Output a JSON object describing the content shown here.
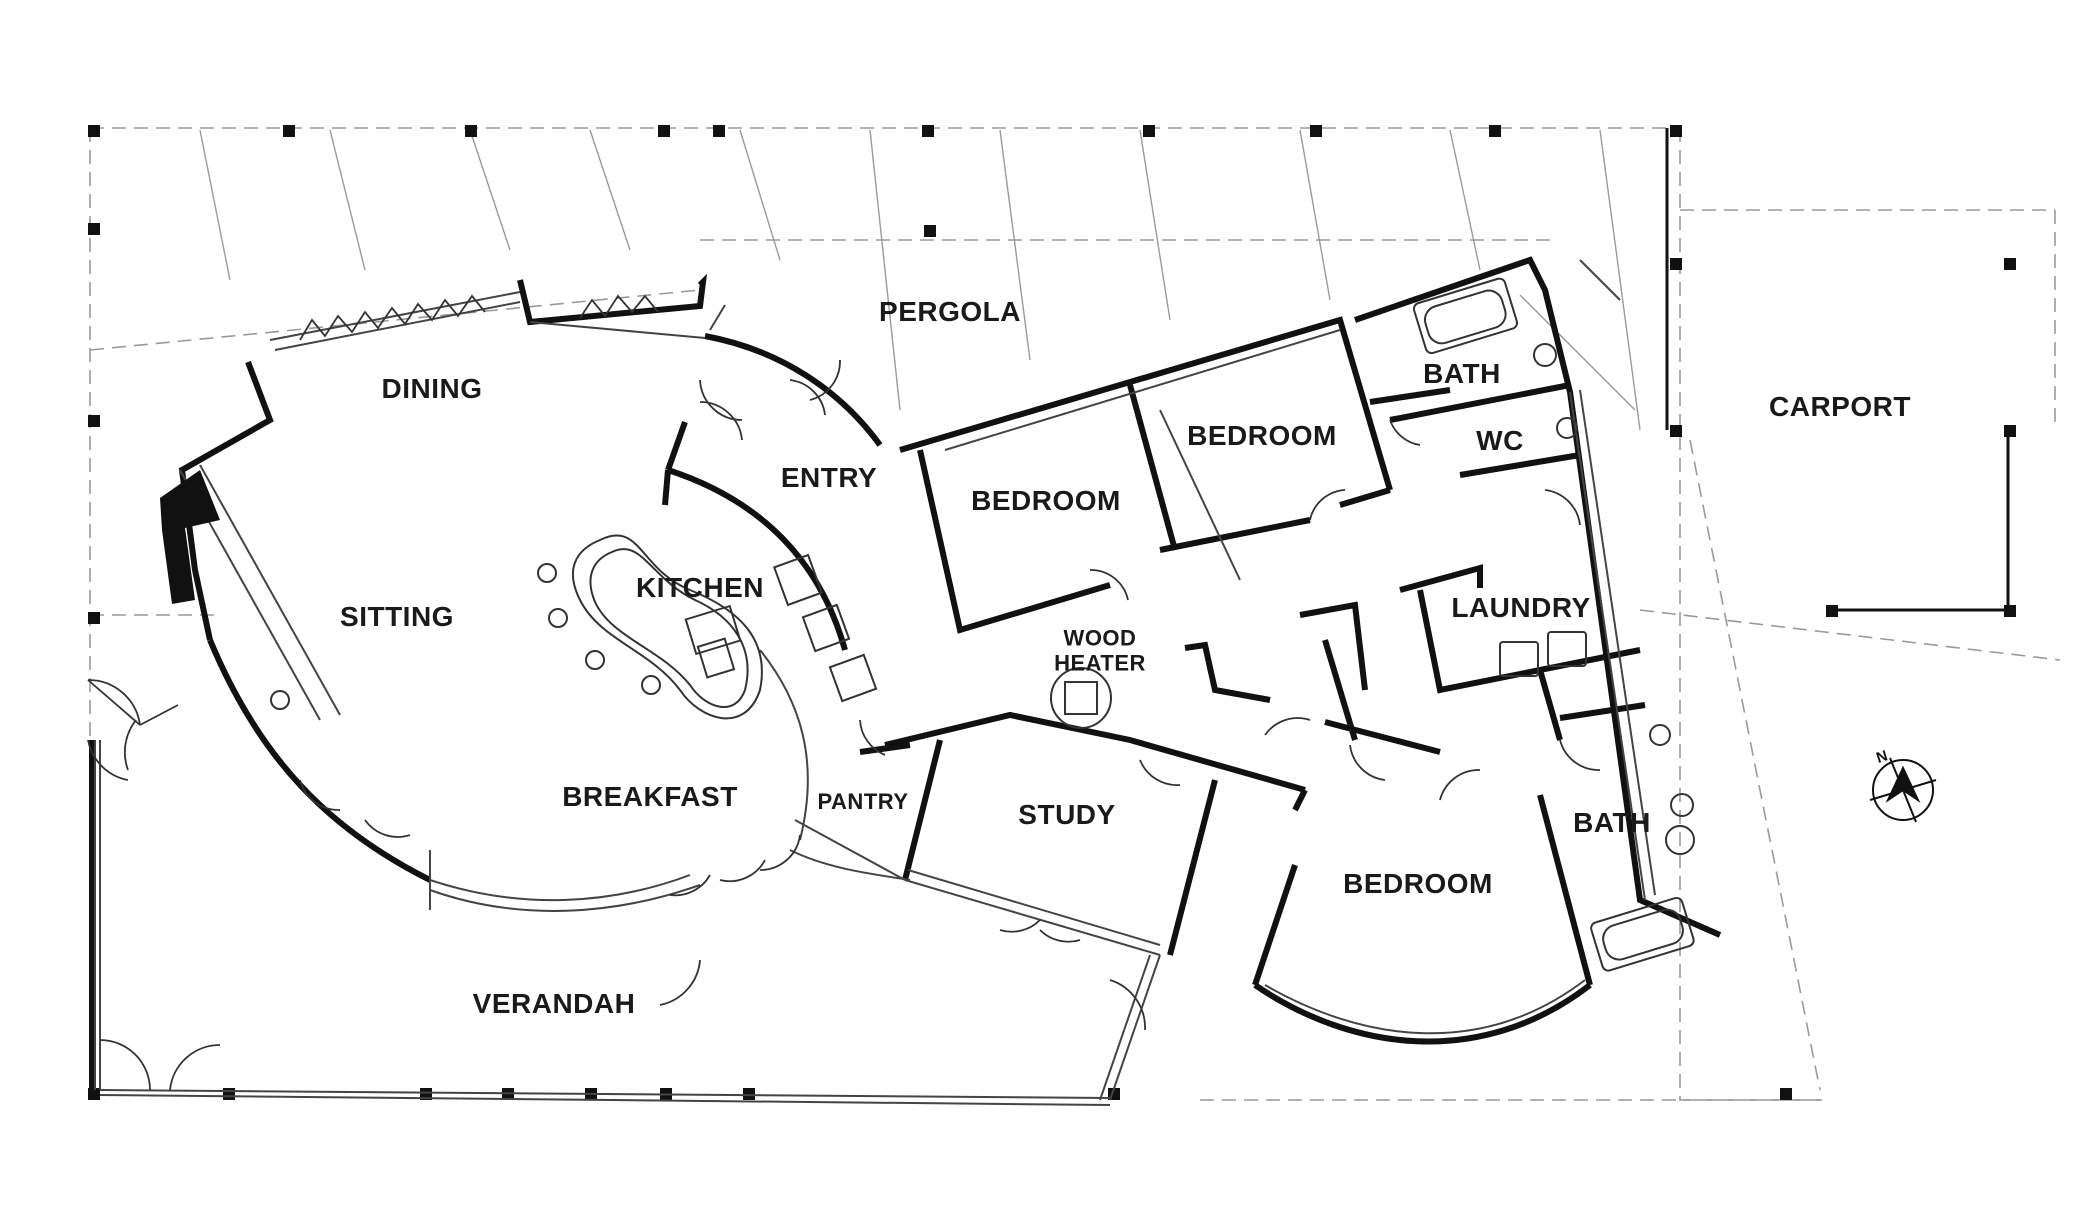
{
  "plan": {
    "rooms": {
      "pergola": "PERGOLA",
      "carport": "CARPORT",
      "dining": "DINING",
      "entry": "ENTRY",
      "bedroom_1": "BEDROOM",
      "bedroom_2": "BEDROOM",
      "bath_1": "BATH",
      "wc": "WC",
      "kitchen": "KITCHEN",
      "sitting": "SITTING",
      "laundry": "LAUNDRY",
      "wood_heater_1": "WOOD",
      "wood_heater_2": "HEATER",
      "breakfast": "BREAKFAST",
      "pantry": "PANTRY",
      "study": "STUDY",
      "bath_2": "BATH",
      "bedroom_3": "BEDROOM",
      "verandah": "VERANDAH"
    },
    "compass_label": "N",
    "colors": {
      "wall": "#111111",
      "thin": "#666666",
      "dashed": "#9a9a9a"
    }
  }
}
